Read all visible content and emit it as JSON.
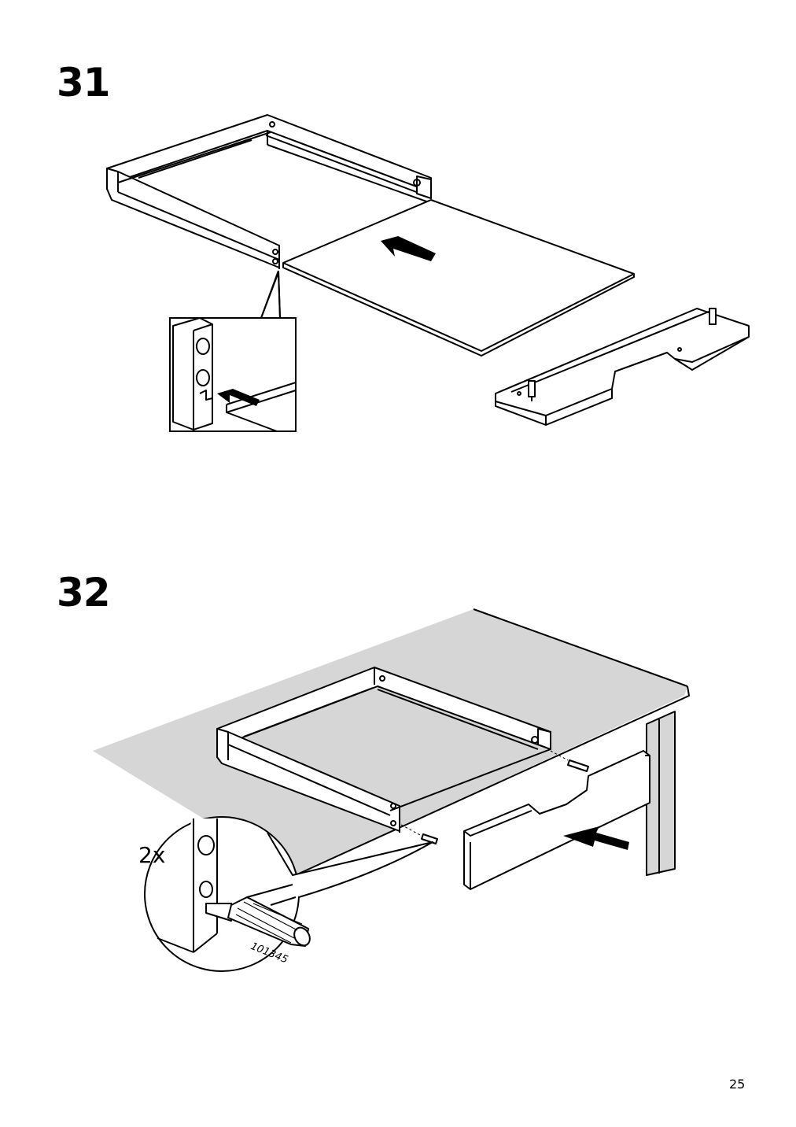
{
  "steps": [
    {
      "number": "31"
    },
    {
      "number": "32",
      "quantity": "2x",
      "part_number": "101345"
    }
  ],
  "page_number": "25"
}
